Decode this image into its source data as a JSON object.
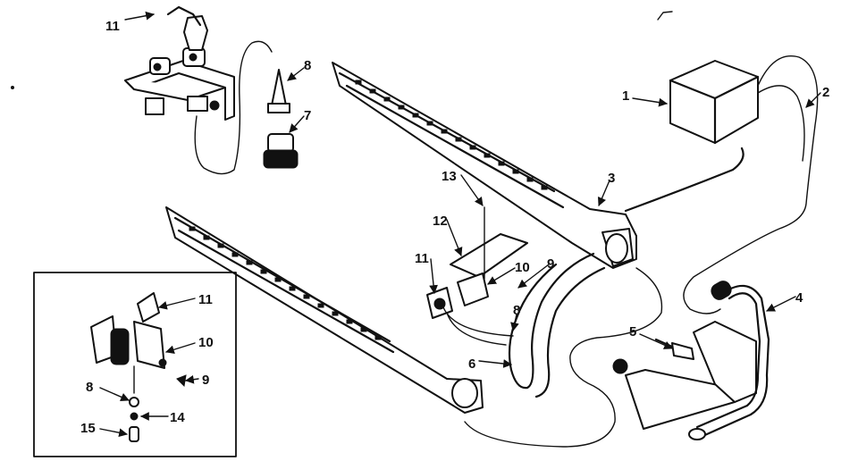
{
  "callouts": {
    "c1": "1",
    "c2": "2",
    "c3": "3",
    "c4": "4",
    "c5": "5",
    "c6": "6",
    "c7": "7",
    "c8a": "8",
    "c8b": "8",
    "c9a": "9",
    "c10a": "10",
    "c11a": "11",
    "c11b": "11",
    "c12": "12",
    "c13": "13"
  },
  "inset": {
    "c8": "8",
    "c9": "9",
    "c10": "10",
    "c11": "11",
    "c14": "14",
    "c15": "15"
  }
}
